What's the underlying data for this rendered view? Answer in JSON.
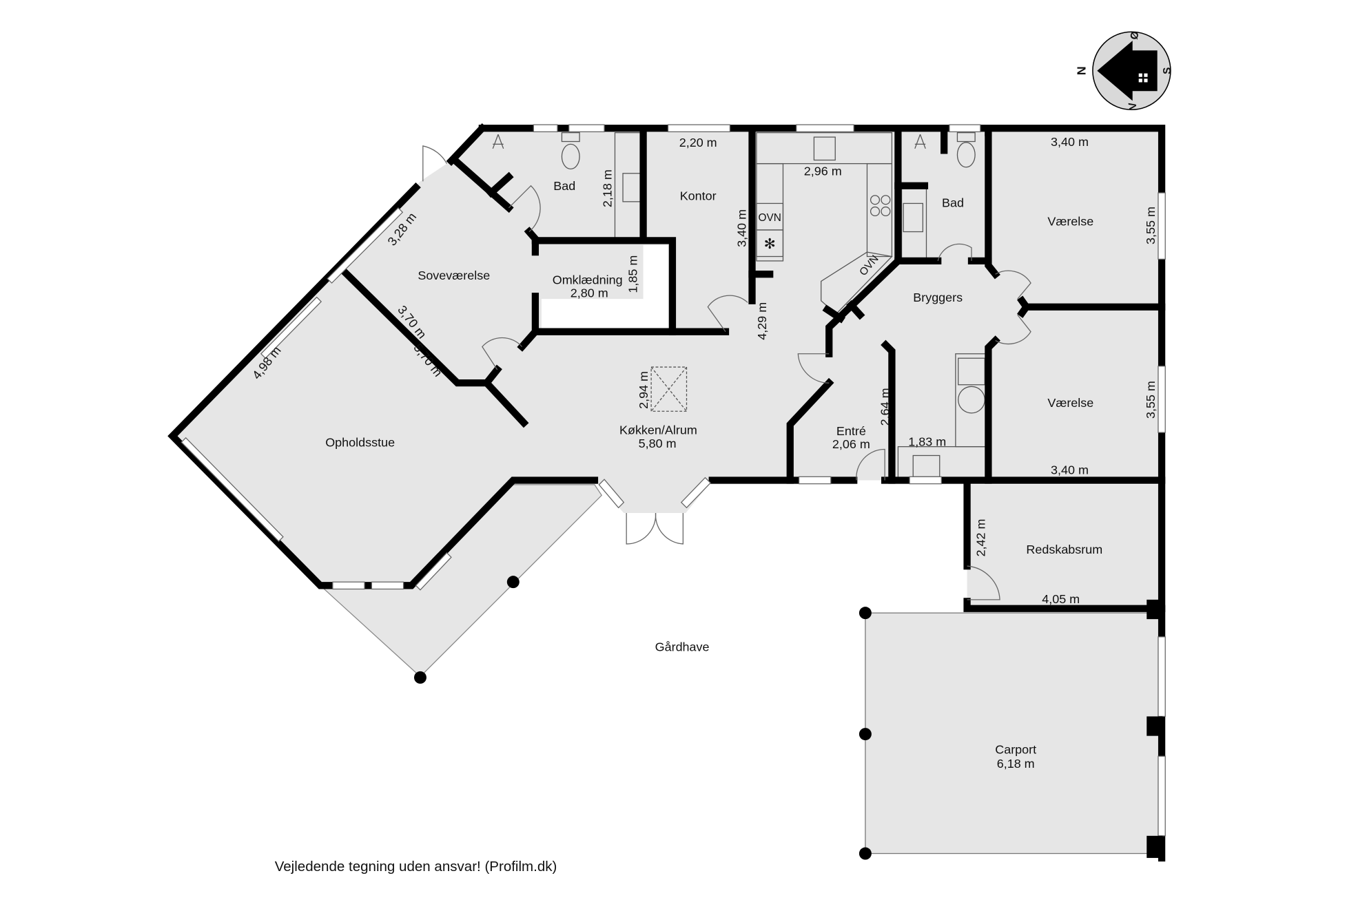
{
  "rooms": {
    "bad_left": "Bad",
    "kontor": "Kontor",
    "sovevaerelse": "Soveværelse",
    "omklaedning": "Omklædning",
    "omklaedning_dim": "2,80 m",
    "opholdsstue": "Opholdsstue",
    "koekken": "Køkken/Alrum",
    "koekken_dim": "5,80 m",
    "bad_right": "Bad",
    "vaerelse_top": "Værelse",
    "bryggers": "Bryggers",
    "vaerelse_bottom": "Værelse",
    "entre": "Entré",
    "entre_dim": "2,06 m",
    "redskabsrum": "Redskabsrum",
    "carport": "Carport",
    "carport_dim": "6,18 m",
    "gaardhave": "Gårdhave"
  },
  "dimensions": {
    "kontor_width": "2,20 m",
    "bad_left_height": "2,18 m",
    "kontor_height": "3,40 m",
    "kitchen_width": "2,96 m",
    "vaerelse_top_width": "3,40 m",
    "vaerelse_top_height": "3,55 m",
    "vaerelse_bottom_height": "3,55 m",
    "vaerelse_bottom_width": "3,40 m",
    "sove_wall": "3,28 m",
    "sove_diag": "3,70 m",
    "ophold_diag": "5,70 m",
    "ophold_wall": "4,98 m",
    "omklaedning_height": "1,85 m",
    "kitchen_height": "4,29 m",
    "skylight": "2,94 m",
    "entre_height": "2,64 m",
    "bryggers_width": "1,83 m",
    "redskab_height": "2,42 m",
    "redskab_width": "4,05 m"
  },
  "appliances": {
    "oven_1": "OVN",
    "oven_2": "OVN"
  },
  "compass": {
    "n": "N",
    "e": "Ø",
    "s": "S",
    "w": "V"
  },
  "footer": "Vejledende tegning uden ansvar! (Profilm.dk)"
}
